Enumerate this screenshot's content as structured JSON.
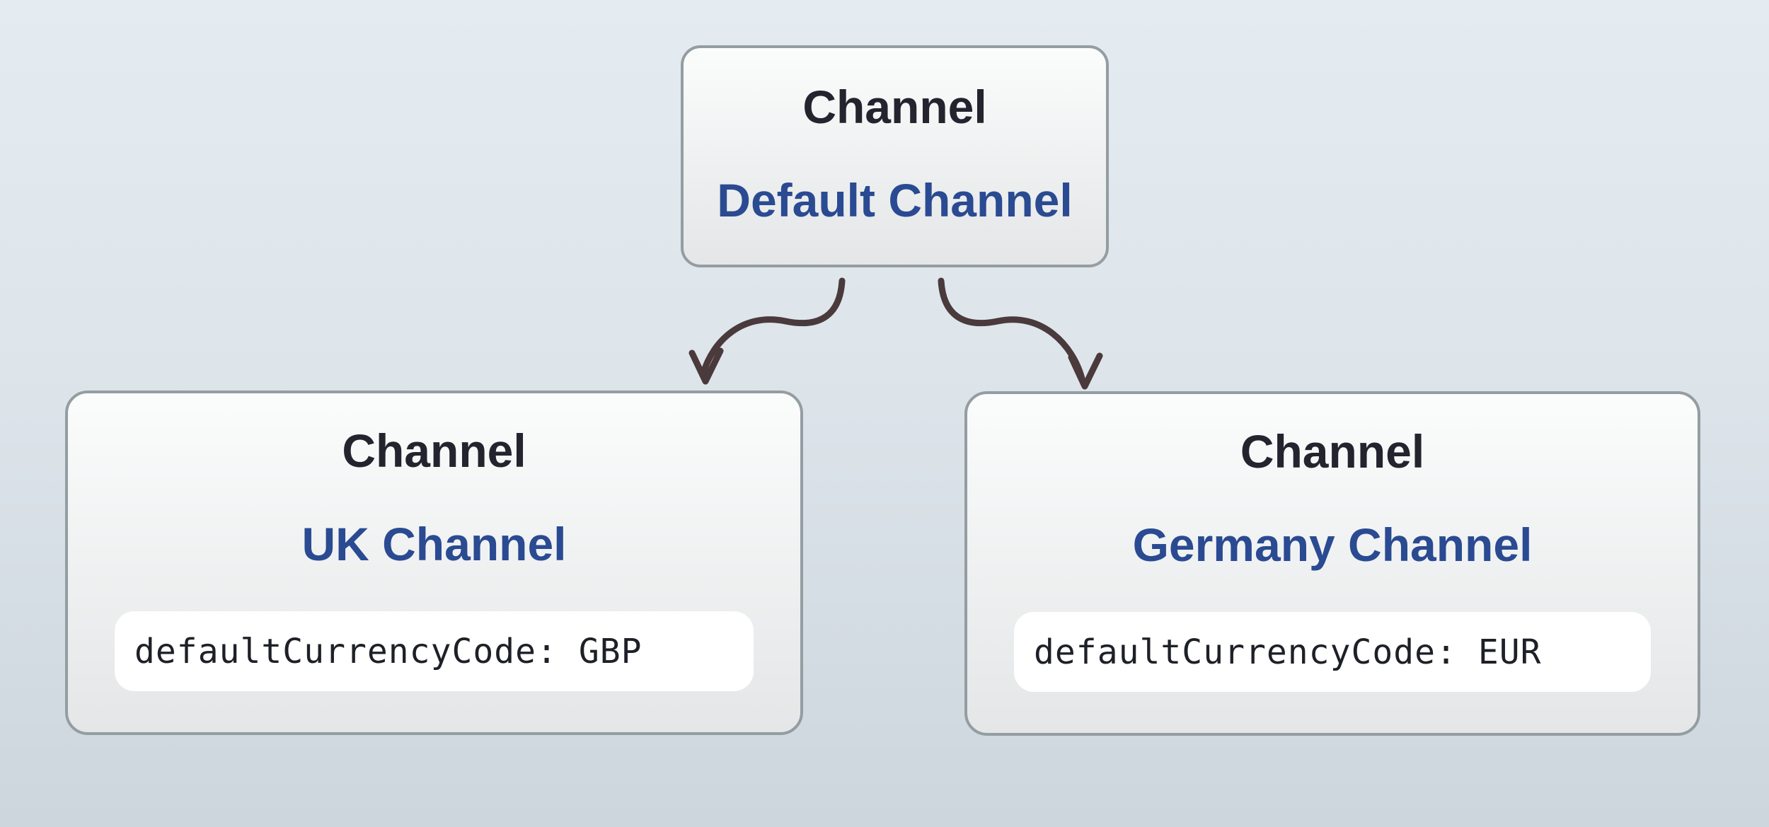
{
  "diagram": {
    "nodes": {
      "root": {
        "entity": "Channel",
        "name": "Default Channel"
      },
      "uk": {
        "entity": "Channel",
        "name": "UK Channel",
        "attribute": "defaultCurrencyCode: GBP"
      },
      "germany": {
        "entity": "Channel",
        "name": "Germany Channel",
        "attribute": "defaultCurrencyCode: EUR"
      }
    },
    "edges": [
      {
        "from": "Default Channel",
        "to": "UK Channel"
      },
      {
        "from": "Default Channel",
        "to": "Germany Channel"
      }
    ]
  },
  "colors": {
    "bg-top": "#e4ebf1",
    "bg-bottom": "#ccd6dc",
    "node-fill-top": "#fbfcfc",
    "node-fill-bottom": "#e4e6e7",
    "node-border": "#949da2",
    "entity-text": "#23242e",
    "name-text": "#2a4a92",
    "attr-bg": "#ffffff",
    "attr-text": "#1e2028",
    "arrow": "#4a3a3c"
  }
}
